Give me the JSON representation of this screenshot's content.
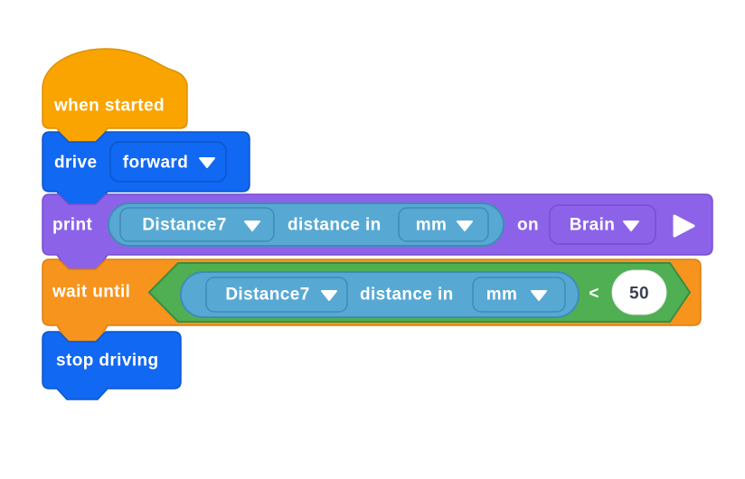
{
  "stage": {
    "background": "#FFFFFF"
  },
  "colors": {
    "hat_gold": "#F9A400",
    "hat_gold_border": "#DE9100",
    "drivetrain_blue": "#1168F2",
    "drivetrain_blue_border": "#0C55C9",
    "looks_purple": "#8C63E8",
    "looks_purple_border": "#7A4DD0",
    "sensing_reporter_blue": "#57A9D4",
    "sensing_reporter_border": "#3E8CB8",
    "boolean_green": "#4FAF52",
    "boolean_green_border": "#3C8C40",
    "control_orange": "#F7941D",
    "control_orange_border": "#DB7E10",
    "label_text": "#FFFFFF",
    "number_text": "#3D4251",
    "number_fill": "#FFFFFF"
  },
  "blocks": {
    "when_started": {
      "label": "when started"
    },
    "drive": {
      "label": "drive",
      "direction": "forward"
    },
    "print": {
      "label": "print",
      "sensor": "Distance7",
      "attribute": "distance in",
      "unit": "mm",
      "on_label": "on",
      "target": "Brain"
    },
    "wait_until": {
      "label": "wait until",
      "sensor": "Distance7",
      "attribute": "distance in",
      "unit": "mm",
      "operator": "<",
      "value": "50"
    },
    "stop_driving": {
      "label": "stop driving"
    }
  },
  "icons": {
    "dropdown_arrow": "caret-down",
    "expand_arrow": "play-triangle"
  }
}
